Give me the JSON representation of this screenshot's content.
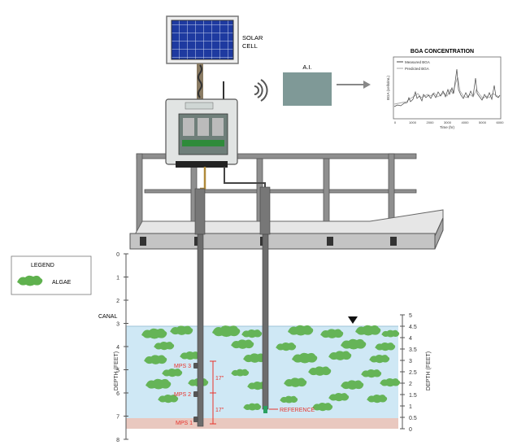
{
  "solar": {
    "line1": "SOLAR",
    "line2": "CELL"
  },
  "ai": {
    "label": "A.I."
  },
  "chart": {
    "title": "BGA CONCENTRATION",
    "legend_measured": "Measured BGA",
    "legend_predicted": "Predicted BGA",
    "ylabel": "BGA (cells/mL)",
    "xlabel": "Time (hr)",
    "x_ticks": [
      "0",
      "1000",
      "2000",
      "3000",
      "4000",
      "5000",
      "6000"
    ]
  },
  "legend": {
    "title": "LEGEND",
    "algae": "ALGAE"
  },
  "canal_label": "CANAL",
  "left_axis": {
    "title": "DEPTH (FEET)",
    "ticks": [
      "0",
      "1",
      "2",
      "3",
      "4",
      "5",
      "6",
      "7",
      "8"
    ]
  },
  "right_axis": {
    "title": "DEPTH (FEET)",
    "ticks": [
      "5",
      "4.5",
      "4",
      "3.5",
      "3",
      "2.5",
      "2",
      "1.5",
      "1",
      "0.5",
      "0"
    ]
  },
  "sensors": {
    "mps3": "MPS 3",
    "mps2": "MPS 2",
    "mps1": "MPS 1",
    "reference": "REFERENCE",
    "spacing_upper": "17\"",
    "spacing_lower": "17\""
  },
  "colors": {
    "water": "#cfe8f5",
    "sediment": "#e9c8bf",
    "algae": "#5fb14e",
    "dimension_red": "#e8332b",
    "ai_box": "#7f9997",
    "deck": "#d8d8d8"
  }
}
